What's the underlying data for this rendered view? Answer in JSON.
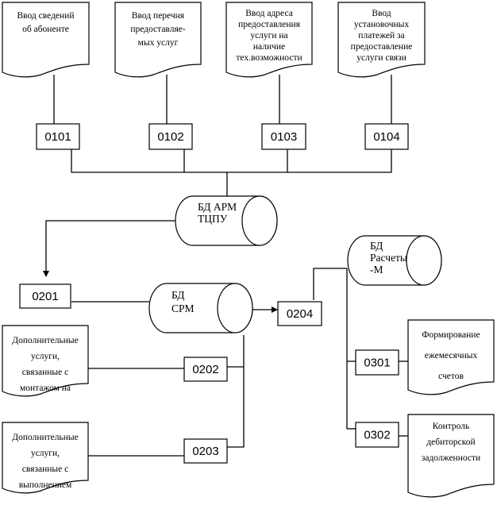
{
  "diagram": {
    "documents": [
      {
        "id": "doc-abonent",
        "lines": [
          "Ввод сведений",
          "об абоненте"
        ]
      },
      {
        "id": "doc-uslugi",
        "lines": [
          "Ввод перечня",
          "предоставляе-",
          "мых услуг"
        ]
      },
      {
        "id": "doc-adres",
        "lines": [
          "Ввод адреса",
          "предоставления",
          "услуги на",
          "наличие",
          "тех.возможности"
        ]
      },
      {
        "id": "doc-platezhi",
        "lines": [
          "Ввод",
          "установочных",
          "платежей за",
          "предоставление",
          "услуги связи"
        ]
      },
      {
        "id": "doc-montazh",
        "lines": [
          "Дополнительные",
          "услуги,",
          "связанные с",
          "монтажом на"
        ]
      },
      {
        "id": "doc-vypolnenie",
        "lines": [
          "Дополнительные",
          "услуги,",
          "связанные с",
          "выполнением"
        ]
      },
      {
        "id": "doc-scheta",
        "lines": [
          "Формирование",
          "ежемесячных",
          "счетов"
        ]
      },
      {
        "id": "doc-debitor",
        "lines": [
          "Контроль",
          "дебиторской",
          "задолженности"
        ]
      }
    ],
    "processes": [
      "0101",
      "0102",
      "0103",
      "0104",
      "0201",
      "0202",
      "0203",
      "0204",
      "0301",
      "0302"
    ],
    "databases": [
      {
        "id": "db-arm",
        "lines": [
          "БД АРМ",
          "ТЦПУ"
        ]
      },
      {
        "id": "db-srm",
        "lines": [
          "БД",
          "СРМ"
        ]
      },
      {
        "id": "db-raschety",
        "lines": [
          "БД",
          "Расчеты",
          "-М"
        ]
      }
    ]
  }
}
